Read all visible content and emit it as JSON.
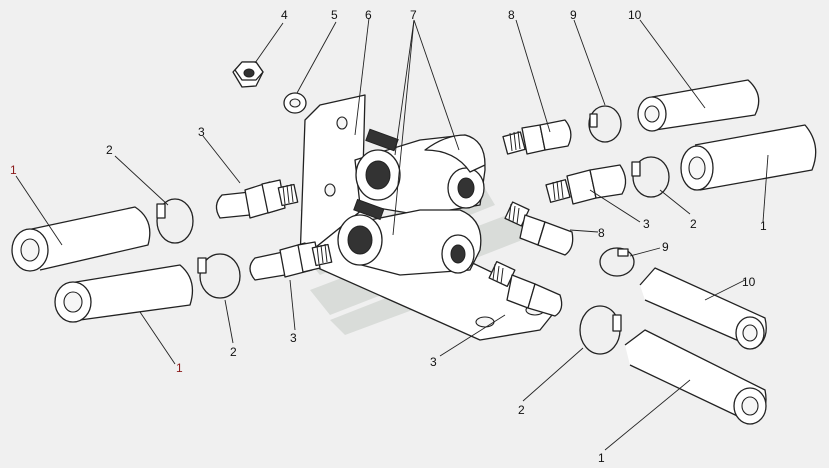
{
  "callouts": [
    {
      "id": "c1a",
      "text": "1",
      "red": true
    },
    {
      "id": "c1b",
      "text": "1",
      "red": true
    },
    {
      "id": "c1c",
      "text": "1",
      "red": false
    },
    {
      "id": "c1d",
      "text": "1",
      "red": false
    },
    {
      "id": "c2a",
      "text": "2",
      "red": false
    },
    {
      "id": "c2b",
      "text": "2",
      "red": false
    },
    {
      "id": "c2c",
      "text": "2",
      "red": false
    },
    {
      "id": "c2d",
      "text": "2",
      "red": false
    },
    {
      "id": "c3a",
      "text": "3",
      "red": false
    },
    {
      "id": "c3b",
      "text": "3",
      "red": false
    },
    {
      "id": "c3c",
      "text": "3",
      "red": false
    },
    {
      "id": "c3d",
      "text": "3",
      "red": false
    },
    {
      "id": "c4",
      "text": "4",
      "red": false
    },
    {
      "id": "c5",
      "text": "5",
      "red": false
    },
    {
      "id": "c6",
      "text": "6",
      "red": false
    },
    {
      "id": "c7",
      "text": "7",
      "red": false
    },
    {
      "id": "c8a",
      "text": "8",
      "red": false
    },
    {
      "id": "c8b",
      "text": "8",
      "red": false
    },
    {
      "id": "c9a",
      "text": "9",
      "red": false
    },
    {
      "id": "c9b",
      "text": "9",
      "red": false
    },
    {
      "id": "c10a",
      "text": "10",
      "red": false
    },
    {
      "id": "c10b",
      "text": "10",
      "red": false
    }
  ]
}
